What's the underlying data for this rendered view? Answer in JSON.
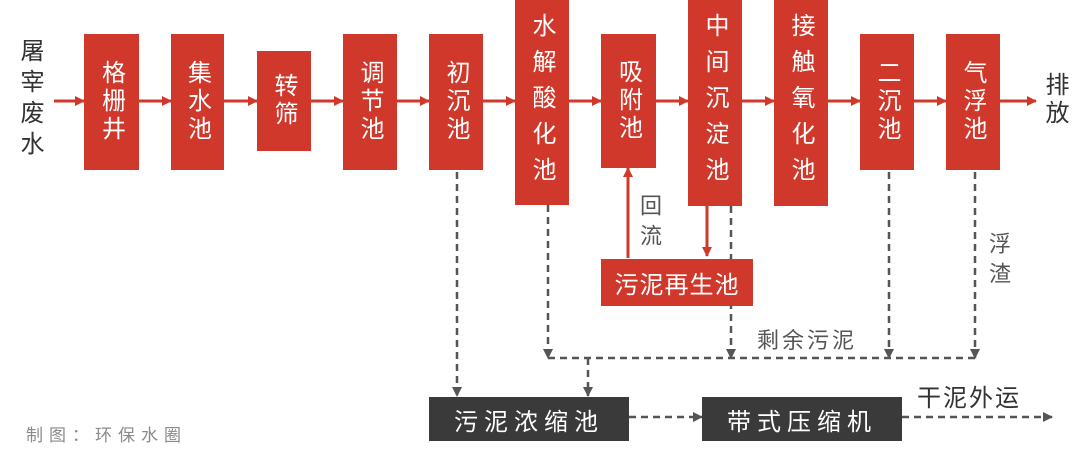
{
  "source_text": "屠宰废水",
  "discharge_text": "排放",
  "process_units": [
    {
      "label": "格栅井"
    },
    {
      "label": "集水池"
    },
    {
      "label": "转筛"
    },
    {
      "label": "调节池"
    },
    {
      "label": "初沉池"
    },
    {
      "label": "水解酸化池"
    },
    {
      "label": "吸附池"
    },
    {
      "label": "中间沉淀池"
    },
    {
      "label": "接触氧化池"
    },
    {
      "label": "二沉池"
    },
    {
      "label": "气浮池"
    }
  ],
  "regeneration_tank": "污泥再生池",
  "reflux_label": "回流",
  "scum_label": "浮渣",
  "excess_sludge_label": "剩余污泥",
  "thickener": "污泥浓缩池",
  "press": "带式压缩机",
  "dry_sludge_label": "干泥外运",
  "credit": "制图：环保水圈",
  "colors": {
    "process": "#d0382c",
    "sludge_unit": "#3a3a3a",
    "dashed_line": "#555555"
  }
}
